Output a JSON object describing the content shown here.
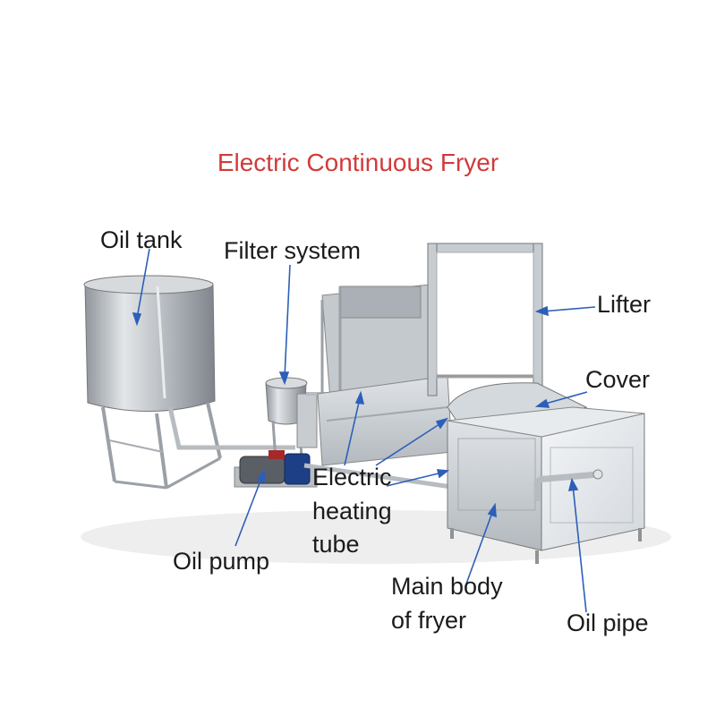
{
  "title": "Electric Continuous Fryer",
  "labels": {
    "oil_tank": "Oil tank",
    "filter_system": "Filter system",
    "lifter": "Lifter",
    "cover": "Cover",
    "electric_heating_tube_1": "Electric",
    "electric_heating_tube_2": "heating",
    "electric_heating_tube_3": "tube",
    "oil_pump": "Oil pump",
    "main_body_1": "Main body",
    "main_body_2": "of fryer",
    "oil_pipe": "Oil pipe"
  },
  "colors": {
    "title": "#d23a3a",
    "arrow": "#2d5fb8",
    "steel": "#c9ccd0",
    "steel_dark": "#8e9398",
    "pump": "#1d3f86",
    "motor": "#5a5f66"
  }
}
